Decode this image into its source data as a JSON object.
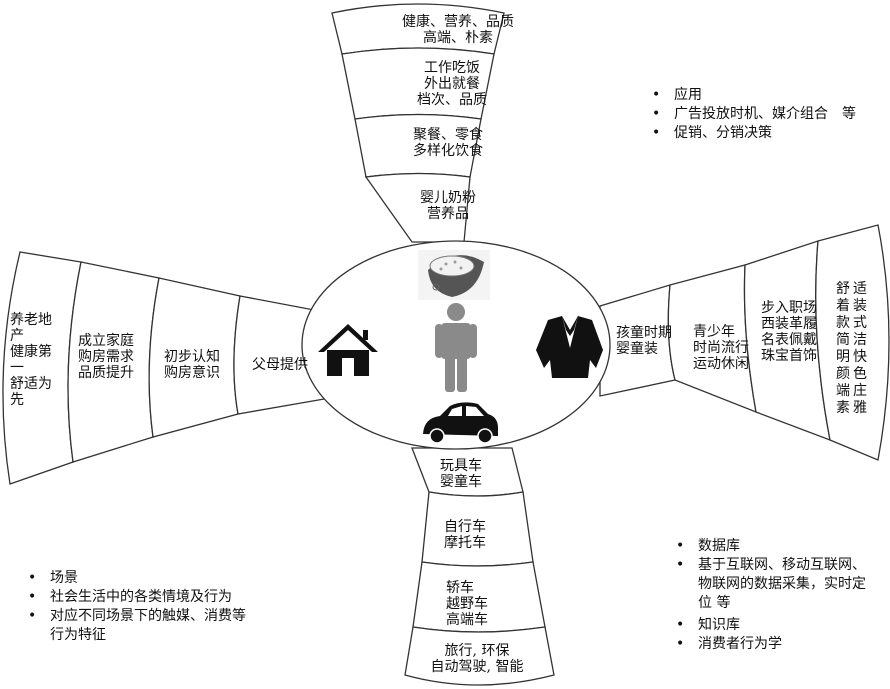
{
  "top_arm": {
    "items": [
      {
        "lines": [
          "健康、营养、品质",
          "高端、朴素"
        ]
      },
      {
        "lines": [
          "工作吃饭",
          "外出就餐",
          "档次、品质"
        ]
      },
      {
        "lines": [
          "聚餐、零食",
          "多样化饮食"
        ]
      },
      {
        "lines": [
          "婴儿奶粉",
          "营养品"
        ]
      }
    ]
  },
  "left_arm": {
    "items": [
      {
        "lines": [
          "养老地",
          "产",
          "健康第",
          "一",
          "舒适为",
          "先"
        ]
      },
      {
        "lines": [
          "成立家庭",
          "购房需求",
          "品质提升"
        ]
      },
      {
        "lines": [
          "初步认知",
          "购房意识"
        ]
      },
      {
        "lines": [
          "父母提供"
        ]
      }
    ]
  },
  "right_arm": {
    "items": [
      {
        "lines": [
          "孩童时期",
          "婴童装"
        ]
      },
      {
        "lines": [
          "青少年",
          "时尚流行",
          "运动休闲"
        ]
      },
      {
        "lines": [
          "步入职场",
          "西装革履",
          "名表佩戴",
          "珠宝首饰"
        ]
      },
      {
        "columns": [
          "舒着款简明颜端素",
          "适装式洁快色庄雅"
        ]
      }
    ]
  },
  "bottom_arm": {
    "items": [
      {
        "lines": [
          "玩具车",
          "婴童车"
        ]
      },
      {
        "lines": [
          "自行车",
          "摩托车"
        ]
      },
      {
        "lines": [
          "轿车",
          "越野车",
          "高端车"
        ]
      },
      {
        "lines": [
          "旅行, 环保",
          "自动驾驶, 智能"
        ]
      }
    ]
  },
  "center_icons": [
    "rice-bowl-icon",
    "person-icon",
    "house-icon",
    "jacket-icon",
    "car-icon"
  ],
  "notes": {
    "top_right": [
      "应用",
      "广告投放时机、媒介组合　等",
      "促销、分销决策"
    ],
    "bottom_left": [
      "场景",
      "社会生活中的各类情境及行为",
      "对应不同场景下的触媒、消费等行为特征"
    ],
    "bottom_right": [
      "数据库",
      "基于互联网、移动互联网、物联网的数据采集，实时定位 等",
      "知识库",
      "消费者行为学"
    ]
  }
}
